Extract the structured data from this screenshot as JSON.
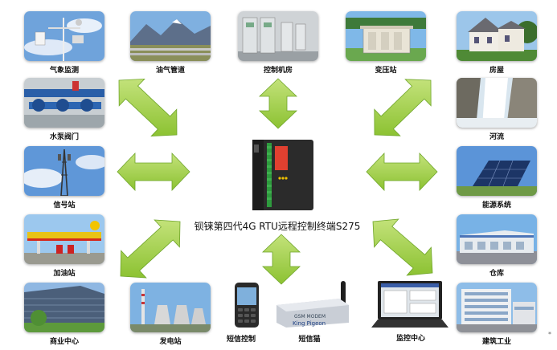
{
  "title": "钡铼第四代4G RTU远程控制终端S275",
  "nodes": [
    {
      "id": "weather",
      "label": "气象监测",
      "icon": "weather-station-photo"
    },
    {
      "id": "pipeline",
      "label": "油气管道",
      "icon": "mountain-pipeline-photo"
    },
    {
      "id": "control-room",
      "label": "控制机房",
      "icon": "server-room-photo"
    },
    {
      "id": "substation",
      "label": "变压站",
      "icon": "substation-photo"
    },
    {
      "id": "house",
      "label": "房屋",
      "icon": "house-photo"
    },
    {
      "id": "pump-valve",
      "label": "水泵阀门",
      "icon": "pump-valve-photo"
    },
    {
      "id": "river",
      "label": "河流",
      "icon": "dam-photo"
    },
    {
      "id": "signal",
      "label": "信号站",
      "icon": "signal-tower-photo"
    },
    {
      "id": "energy",
      "label": "能源系统",
      "icon": "solar-panel-photo"
    },
    {
      "id": "gas",
      "label": "加油站",
      "icon": "gas-station-photo"
    },
    {
      "id": "warehouse",
      "label": "仓库",
      "icon": "warehouse-photo"
    },
    {
      "id": "business",
      "label": "商业中心",
      "icon": "office-building-photo"
    },
    {
      "id": "power",
      "label": "发电站",
      "icon": "power-plant-photo"
    },
    {
      "id": "sms-control",
      "label": "短信控制",
      "icon": "mobile-phone-photo"
    },
    {
      "id": "sms-cat",
      "label": "短信猫",
      "icon": "gsm-modem-photo"
    },
    {
      "id": "monitor",
      "label": "监控中心",
      "icon": "laptop-photo"
    },
    {
      "id": "construction",
      "label": "建筑工业",
      "icon": "factory-photo"
    }
  ],
  "modem": {
    "line1": "GSM MODEM",
    "line2": "King Pigeon"
  },
  "corner_mark": "*",
  "colors": {
    "arrow": "#9ccc3c",
    "arrow_edge": "#6fa52a",
    "device": "#2b2b2b",
    "device_terminal": "#2e9b3e"
  }
}
